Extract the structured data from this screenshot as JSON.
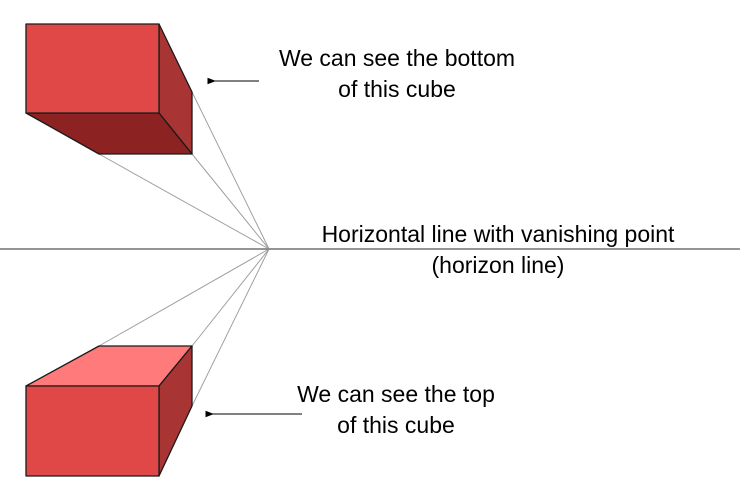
{
  "title": "One-point perspective: cubes above and below the horizon",
  "colors": {
    "front_face": "#E04848",
    "side_face": "#A83434",
    "bottom_face": "#8C2222",
    "top_face": "#FF7B7B",
    "edge": "#1a1a1a",
    "guide_line": "#a0a0a0",
    "horizon_line": "#555555",
    "text": "#000000"
  },
  "labels": {
    "upper_cube": [
      "We can see the bottom",
      "of this cube"
    ],
    "horizon": [
      "Horizontal line with vanishing point",
      "(horizon line)"
    ],
    "lower_cube": [
      "We can see the top",
      "of this cube"
    ]
  },
  "elements": {
    "upper_cube": "cube above horizon (bottom face visible)",
    "lower_cube": "cube below horizon (top face visible)",
    "vanishing_point": "vanishing point on horizon line",
    "arrows": [
      "arrow pointing to upper cube",
      "arrow pointing to lower cube"
    ]
  }
}
